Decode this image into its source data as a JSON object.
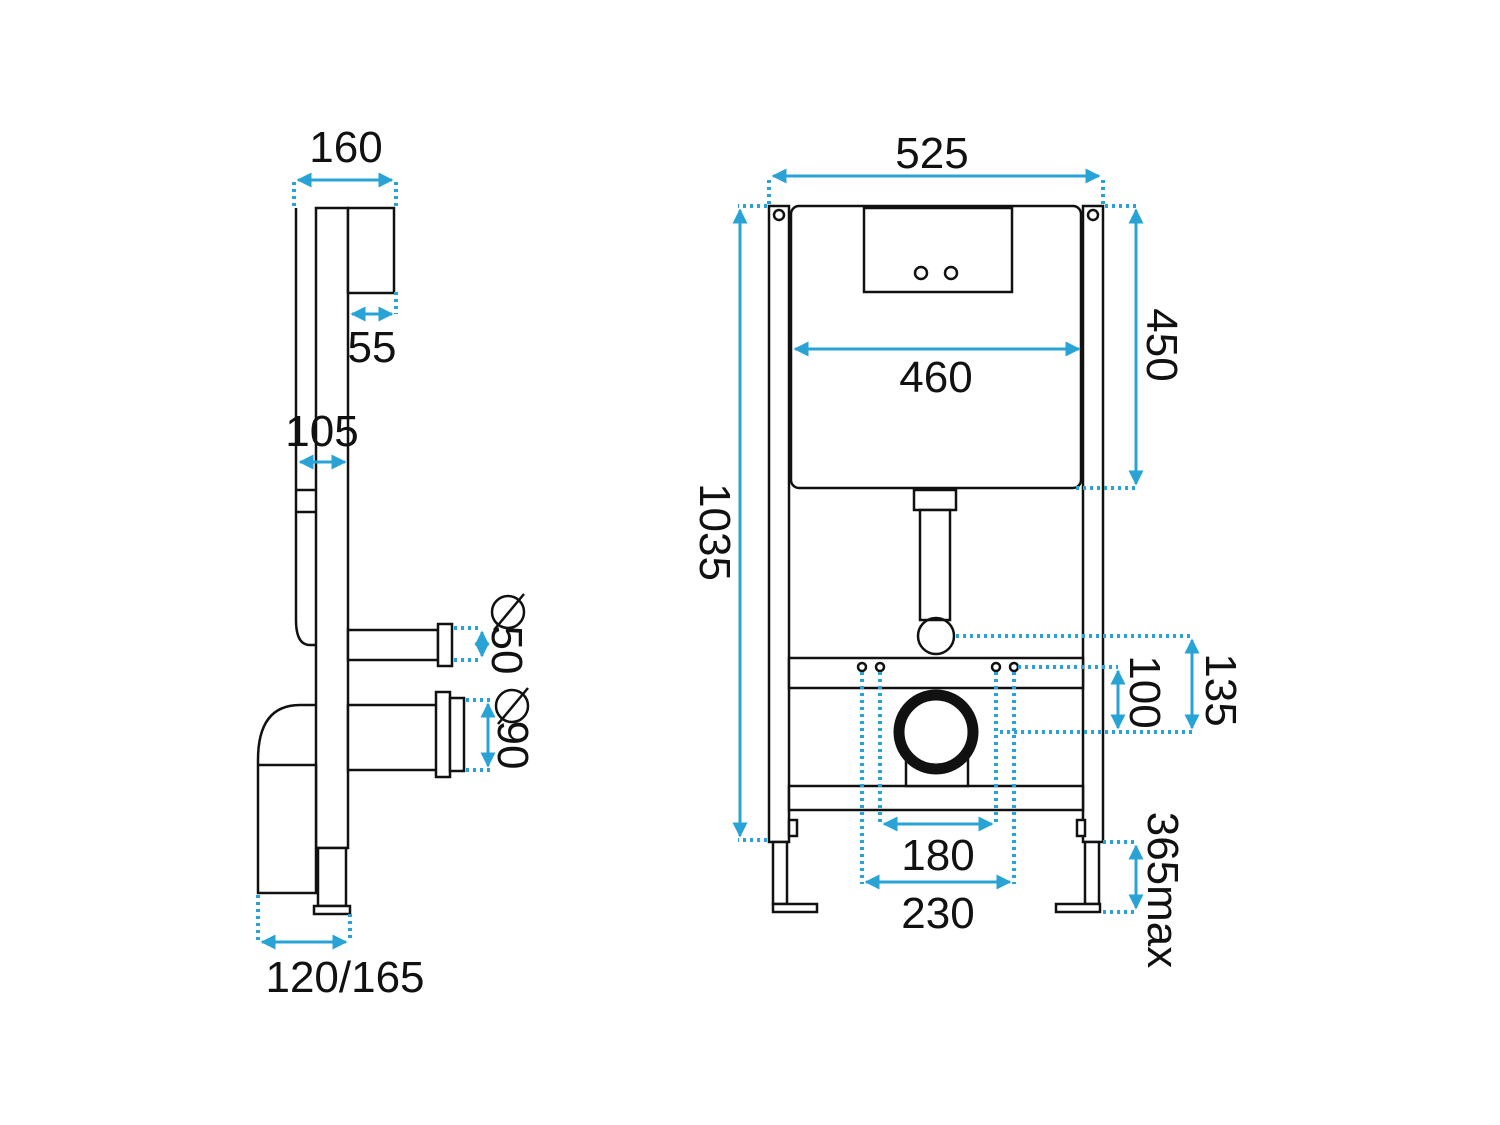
{
  "colors": {
    "dimension": "#29a3d6",
    "line": "#111111"
  },
  "side_view": {
    "depth_total": "160",
    "plate_depth": "55",
    "frame_depth": "105",
    "pipe_small_diameter": "50",
    "pipe_large_diameter": "90",
    "foot_depth": "120/165"
  },
  "front_view": {
    "frame_width": "525",
    "tank_width": "460",
    "tank_height": "450",
    "frame_height": "1035",
    "drain_to_center": "135",
    "bolt_to_center": "100",
    "bolt_spacing_inner": "180",
    "bolt_spacing_outer": "230",
    "leg_extension": "365max"
  }
}
